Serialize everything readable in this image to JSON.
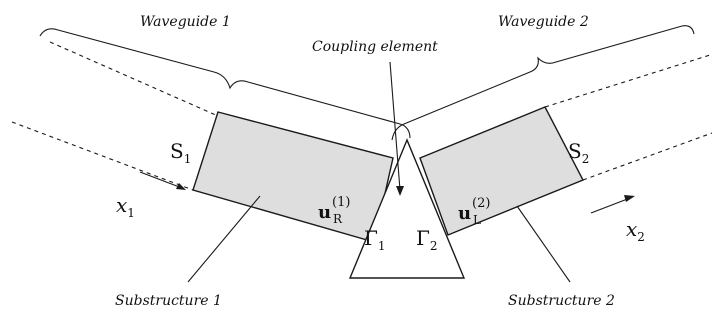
{
  "labels": {
    "waveguide1": "Waveguide 1",
    "waveguide2": "Waveguide 2",
    "coupling": "Coupling element",
    "substructure1": "Substructure 1",
    "substructure2": "Substructure 2",
    "s1": {
      "main": "S",
      "sub": "1"
    },
    "s2": {
      "main": "S",
      "sub": "2"
    },
    "x1": {
      "main": "x",
      "sub": "1"
    },
    "x2": {
      "main": "x",
      "sub": "2"
    },
    "gamma1": {
      "main": "Γ",
      "sub": "1"
    },
    "gamma2": {
      "main": "Γ",
      "sub": "2"
    },
    "uR": {
      "main": "u",
      "sub": "R",
      "sup": "(1)"
    },
    "uL": {
      "main": "u",
      "sub": "L",
      "sup": "(2)"
    }
  }
}
